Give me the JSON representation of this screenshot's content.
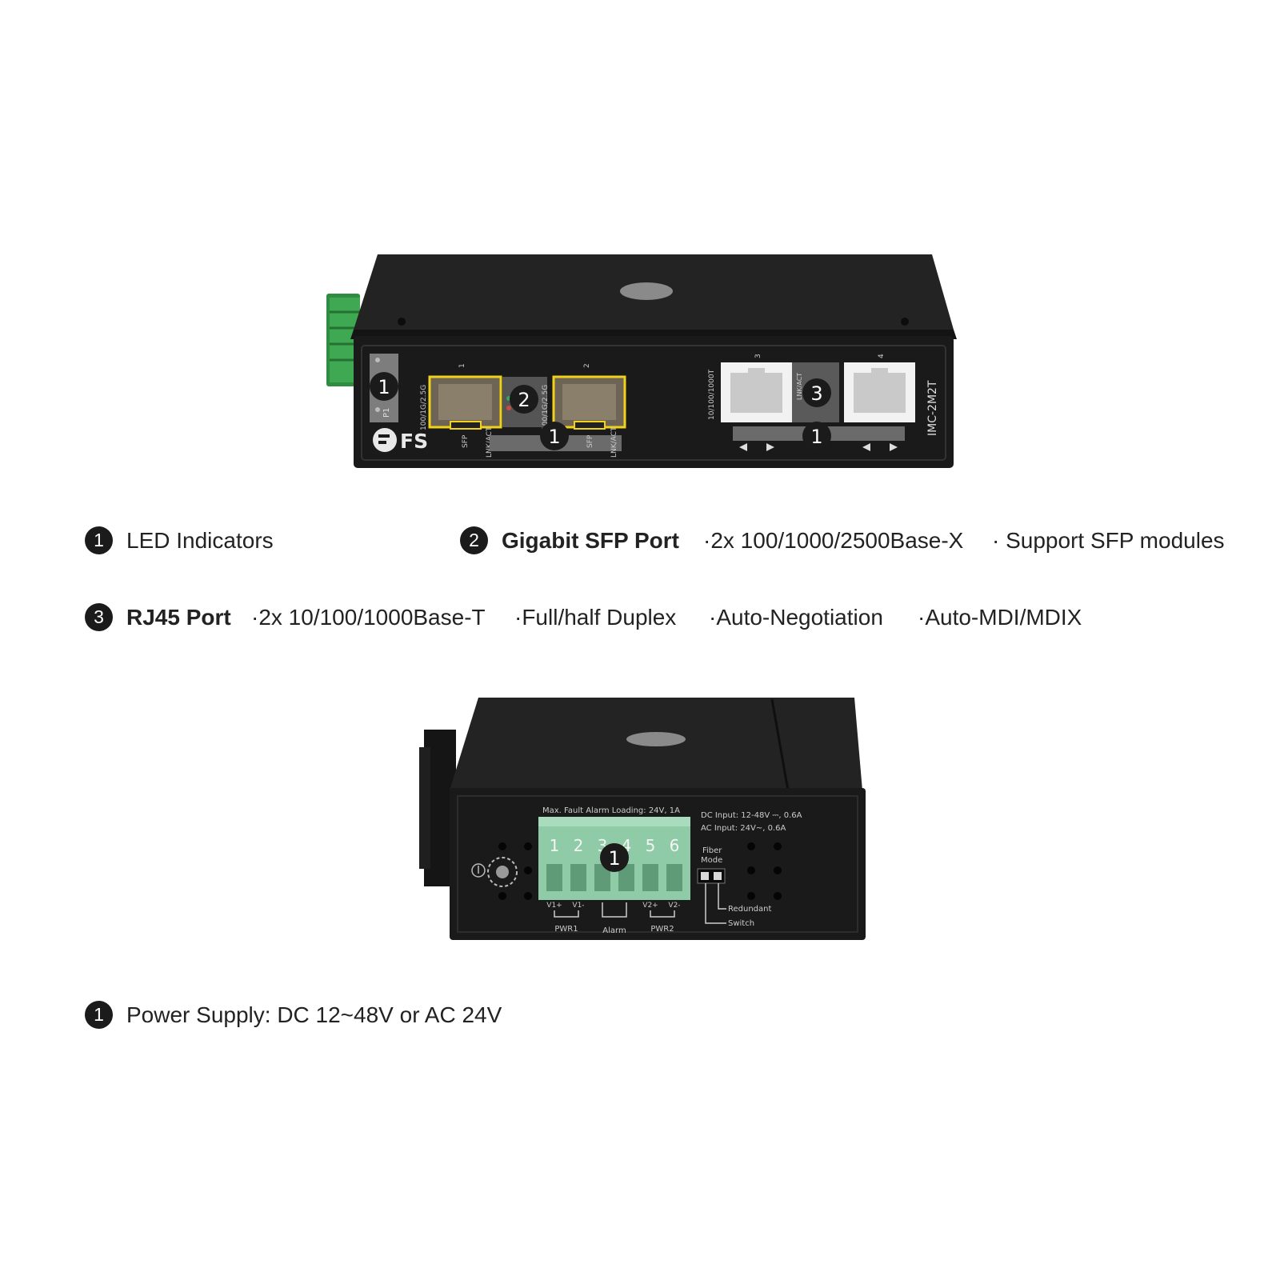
{
  "front_device": {
    "logo_text": "FS",
    "model_label": "IMC-2M2T",
    "led_label": "P1",
    "sfp_speed_label_1": "100/1G/2.5G",
    "sfp_speed_label_2": "100/1G/2.5G",
    "sfp_port_numbers": [
      "1",
      "2"
    ],
    "sfp_under_label": "SFP",
    "lnk_act_label": "LNK/ACT",
    "rj45_speed_label": "10/100/1000T",
    "rj45_port_numbers": [
      "3",
      "4"
    ],
    "callouts": [
      "1",
      "2",
      "1",
      "3",
      "1"
    ]
  },
  "rear_device": {
    "top_label": "Max. Fault Alarm Loading: 24V, 1A",
    "dc_input": "DC Input: 12-48V ⎓, 0.6A",
    "ac_input": "AC Input: 24V~, 0.6A",
    "terminal_numbers": [
      "1",
      "2",
      "3",
      "4",
      "5",
      "6"
    ],
    "terminal_sub_labels": [
      "V1+",
      "V1-",
      "V2+",
      "V2-"
    ],
    "pwr1_label": "PWR1",
    "alarm_label": "Alarm",
    "pwr2_label": "PWR2",
    "fiber_mode_label_1": "Fiber",
    "fiber_mode_label_2": "Mode",
    "redundant_label": "Redundant",
    "switch_label": "Switch",
    "callout": "1"
  },
  "legend": {
    "item1": {
      "number": "1",
      "label": "LED Indicators"
    },
    "item2": {
      "number": "2",
      "title": "Gigabit SFP Port",
      "spec1": "·2x 100/1000/2500Base-X",
      "spec2": "· Support SFP modules"
    },
    "item3": {
      "number": "3",
      "title": "RJ45 Port",
      "spec1": "·2x 10/100/1000Base-T",
      "spec2": "·Full/half Duplex",
      "spec3": "·Auto-Negotiation",
      "spec4": "·Auto-MDI/MDIX"
    },
    "item4": {
      "number": "1",
      "label": "Power Supply: DC 12~48V or AC 24V"
    }
  },
  "colors": {
    "body_dark": "#1a1a1a",
    "body_top": "#232323",
    "terminal_green": "#3f9a52",
    "terminal_mint": "#8fcba6",
    "sfp_highlight": "#f0d21a",
    "callout_badge": "#1b1b1b"
  }
}
